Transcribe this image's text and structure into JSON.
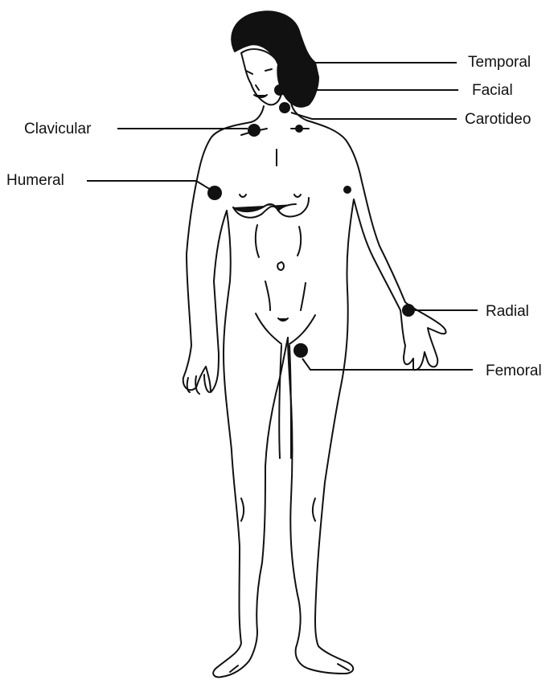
{
  "labels": {
    "temporal": "Temporal",
    "facial": "Facial",
    "carotideo": "Carotideo",
    "clavicular": "Clavicular",
    "humeral": "Humeral",
    "radial": "Radial",
    "femoral": "Femoral"
  },
  "colors": {
    "ink": "#111111",
    "background": "#ffffff"
  }
}
